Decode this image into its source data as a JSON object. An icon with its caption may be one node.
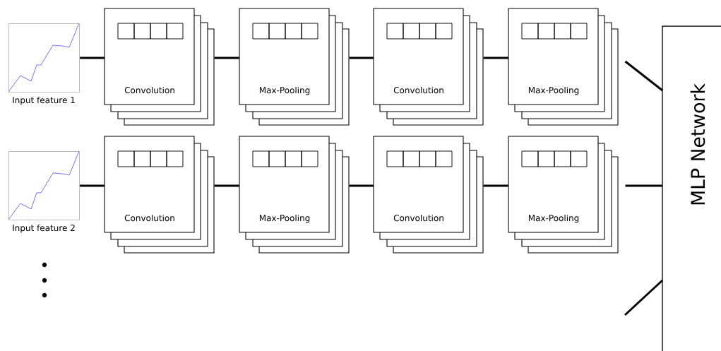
{
  "diagram": {
    "nodes": [
      {
        "text": [
          "Input feature 1"
        ]
      },
      {
        "text": [
          "Convolution"
        ]
      },
      {
        "text": [
          "Max-Pooling"
        ]
      },
      {
        "text": [
          "Convolution"
        ]
      },
      {
        "text": [
          "Max-Pooling"
        ]
      },
      {
        "text": [
          "Input feature 2"
        ]
      },
      {
        "text": [
          "Convolution"
        ]
      },
      {
        "text": [
          "Max-Pooling"
        ]
      },
      {
        "text": [
          "Convolution"
        ]
      },
      {
        "text": [
          "Max-Pooling"
        ]
      },
      {
        "text": [
          "MLP Network"
        ]
      }
    ],
    "edges": [
      {
        "from": 0,
        "to": 1,
        "arrow": "none"
      },
      {
        "from": 1,
        "to": 2,
        "arrow": "none"
      },
      {
        "from": 2,
        "to": 3,
        "arrow": "none"
      },
      {
        "from": 3,
        "to": 4,
        "arrow": "none"
      },
      {
        "from": 4,
        "to": 10,
        "arrow": "none"
      },
      {
        "from": 5,
        "to": 6,
        "arrow": "none"
      },
      {
        "from": 6,
        "to": 7,
        "arrow": "none"
      },
      {
        "from": 7,
        "to": 8,
        "arrow": "none"
      },
      {
        "from": 8,
        "to": 9,
        "arrow": "none"
      },
      {
        "from": 9,
        "to": 10,
        "arrow": "none"
      },
      {
        "from": null,
        "to": 10,
        "arrow": "none"
      }
    ]
  }
}
